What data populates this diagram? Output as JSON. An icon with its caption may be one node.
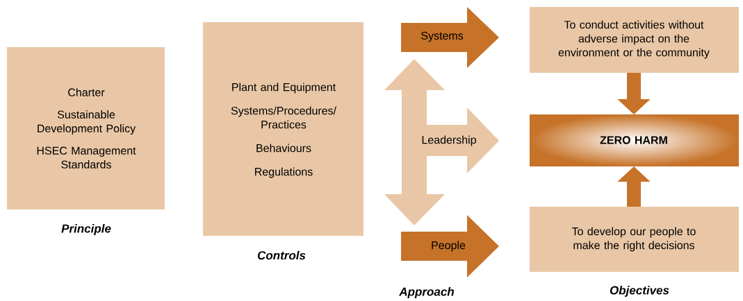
{
  "diagram": {
    "nodes": [
      {
        "text": [
          "Charter",
          "Sustainable Development Policy",
          "HSEC Management Standards"
        ],
        "beside": [
          "Principle"
        ]
      },
      {
        "text": [
          "Plant and Equipment",
          "Systems/Procedures/ Practices",
          "Behaviours",
          "Regulations"
        ],
        "beside": [
          "Controls"
        ]
      },
      {
        "text": [
          "Systems"
        ]
      },
      {
        "text": [
          "Leadership"
        ]
      },
      {
        "text": [
          "People"
        ]
      },
      {
        "text": [
          "To conduct activities without adverse impact on the environment or the community"
        ]
      },
      {
        "text": [
          "ZERO HARM"
        ]
      },
      {
        "text": [
          "To develop our people to make the right decisions"
        ]
      }
    ],
    "edges": [
      {
        "from": 5,
        "to": 6,
        "arrow": "to"
      },
      {
        "from": 7,
        "to": 6,
        "arrow": "to"
      }
    ],
    "labels": [
      "Approach",
      "Objectives"
    ]
  }
}
